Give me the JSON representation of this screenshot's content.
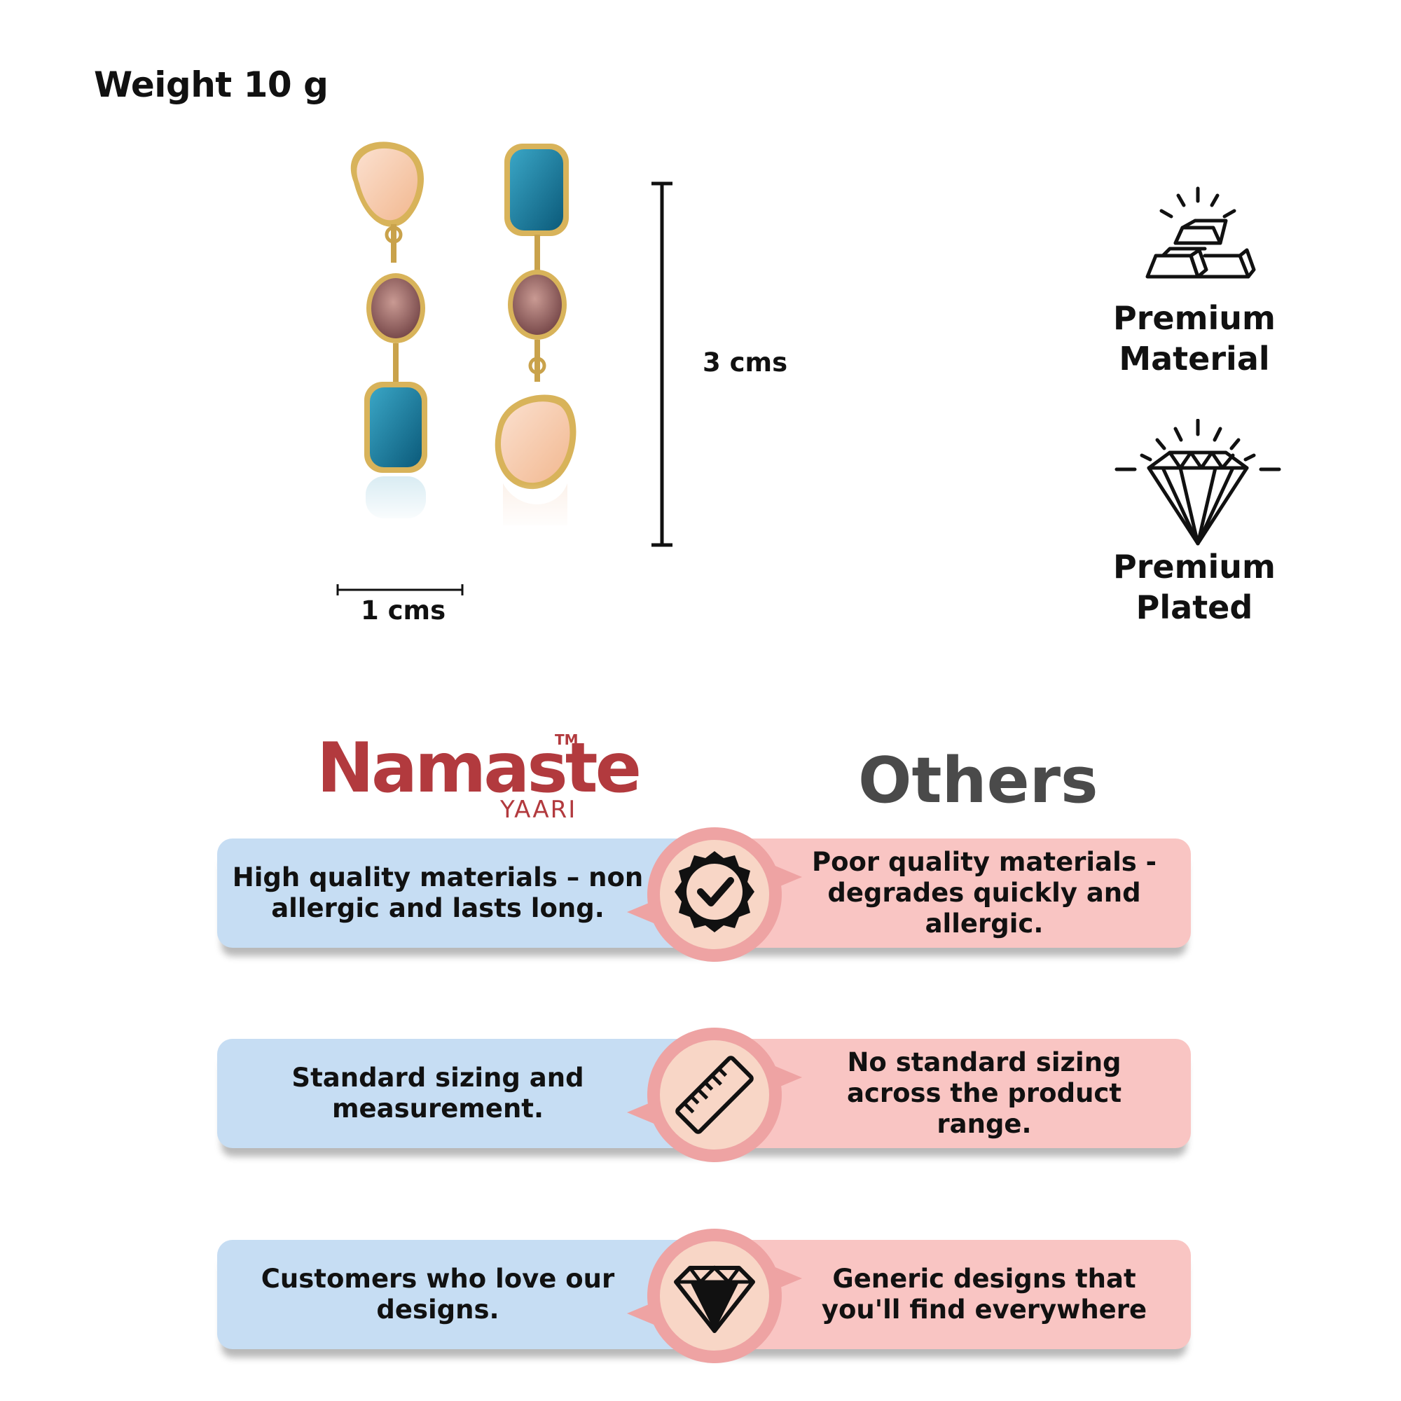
{
  "weight_label": "Weight 10 g",
  "dimensions": {
    "height": "3 cms",
    "width": "1 cms"
  },
  "features": [
    {
      "icon": "gold-bars-icon",
      "line1": "Premium",
      "line2": "Material"
    },
    {
      "icon": "diamond-icon",
      "line1": "Premium",
      "line2": "Plated"
    }
  ],
  "brand": {
    "name": "Namaste",
    "sub": "YAARI",
    "tm": "TM"
  },
  "others_title": "Others",
  "colors": {
    "brand_red": "#b23a3e",
    "left_bar": "#c6ddf3",
    "right_bar": "#f9c5c3",
    "badge_ring": "#eea3a3",
    "badge_inner": "#f8d6c6"
  },
  "comparison": [
    {
      "icon": "check-badge-icon",
      "left": "High quality materials – non allergic and lasts long.",
      "right": "Poor quality materials - degrades quickly and allergic."
    },
    {
      "icon": "ruler-icon",
      "left": "Standard sizing and measurement.",
      "right": "No standard sizing across the product range."
    },
    {
      "icon": "diamond-icon",
      "left": "Customers who love our designs.",
      "right": "Generic designs that you'll find everywhere"
    }
  ]
}
